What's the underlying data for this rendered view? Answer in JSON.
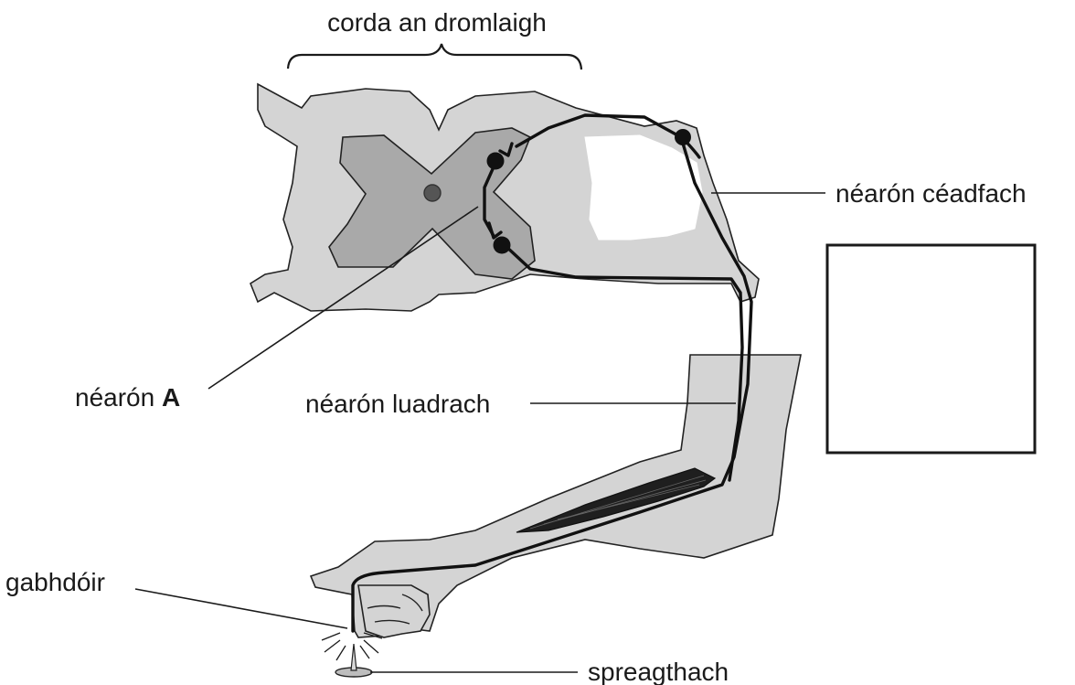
{
  "labels": {
    "spinal_cord": "corda an dromlaigh",
    "sensory_neuron": "néarón céadfach",
    "neuron_a_prefix": "néarón ",
    "neuron_a_letter": "A",
    "motor_neuron": "néarón luadrach",
    "receptor": "gabhdóir",
    "stimulus": "spreagthach"
  },
  "colors": {
    "light_grey": "#d4d4d4",
    "mid_grey": "#a9a9a9",
    "dark": "#1a1a1a",
    "white": "#ffffff"
  },
  "answer_box": {
    "content": ""
  }
}
